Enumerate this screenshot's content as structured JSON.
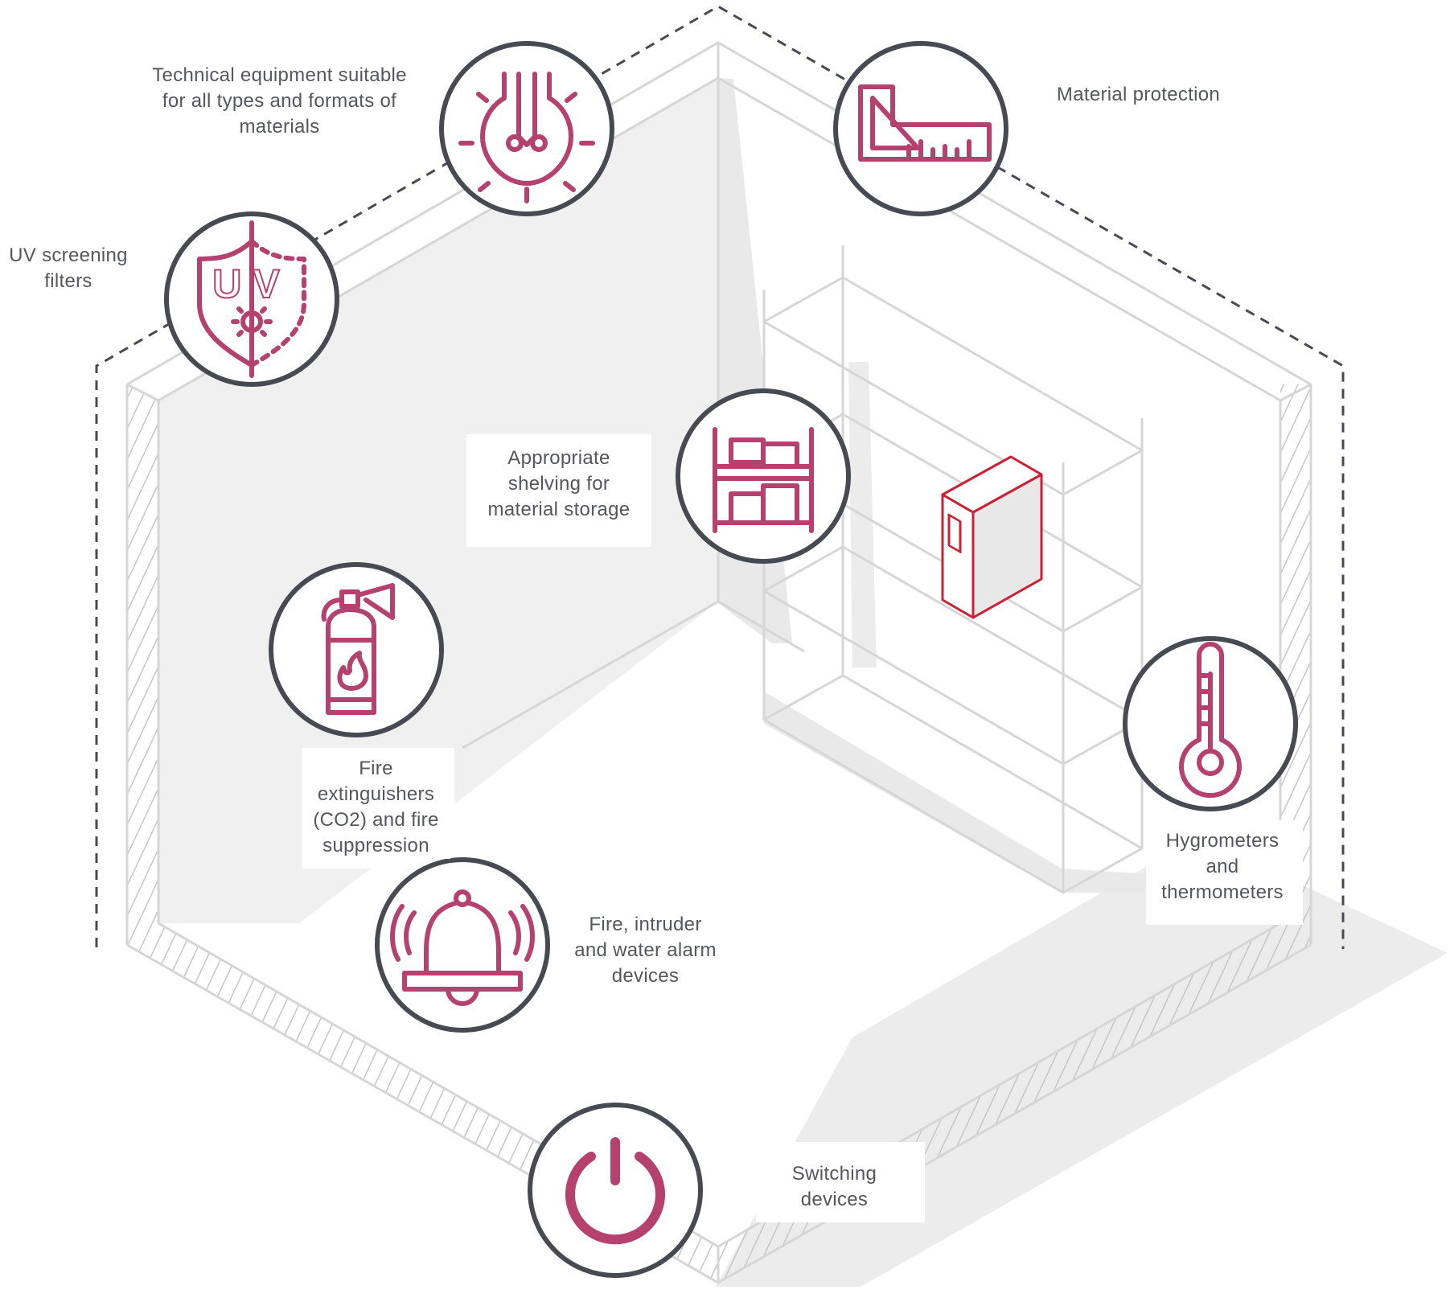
{
  "colors": {
    "icon": "#b5416f",
    "box": "#cc2035",
    "ring": "#474a52",
    "wall": "#d6d6d6",
    "wall_fill": "#efefef",
    "hatch": "#c6c6c6",
    "label_text": "#55575c"
  },
  "features": [
    {
      "id": "technical-equipment",
      "icon": "light-bulb-icon",
      "label": "Technical equipment suitable\nfor all types and formats of\nmaterials"
    },
    {
      "id": "material-protection",
      "icon": "set-square-ruler-icon",
      "label": "Material protection"
    },
    {
      "id": "uv-filters",
      "icon": "uv-shield-icon",
      "label": "UV screening\nfilters"
    },
    {
      "id": "shelving",
      "icon": "shelving-icon",
      "label": "Appropriate\nshelving for\nmaterial storage"
    },
    {
      "id": "fire-extinguishers",
      "icon": "fire-extinguisher-icon",
      "label": "Fire\nextinguishers\n(CO2) and fire\nsuppression"
    },
    {
      "id": "hygrometers",
      "icon": "thermometer-icon",
      "label": "Hygrometers\nand\nthermometers"
    },
    {
      "id": "alarms",
      "icon": "alarm-bell-icon",
      "label": "Fire, intruder\nand water alarm\ndevices"
    },
    {
      "id": "switching",
      "icon": "power-icon",
      "label": "Switching\ndevices"
    }
  ],
  "uv_icon_text": "UV"
}
